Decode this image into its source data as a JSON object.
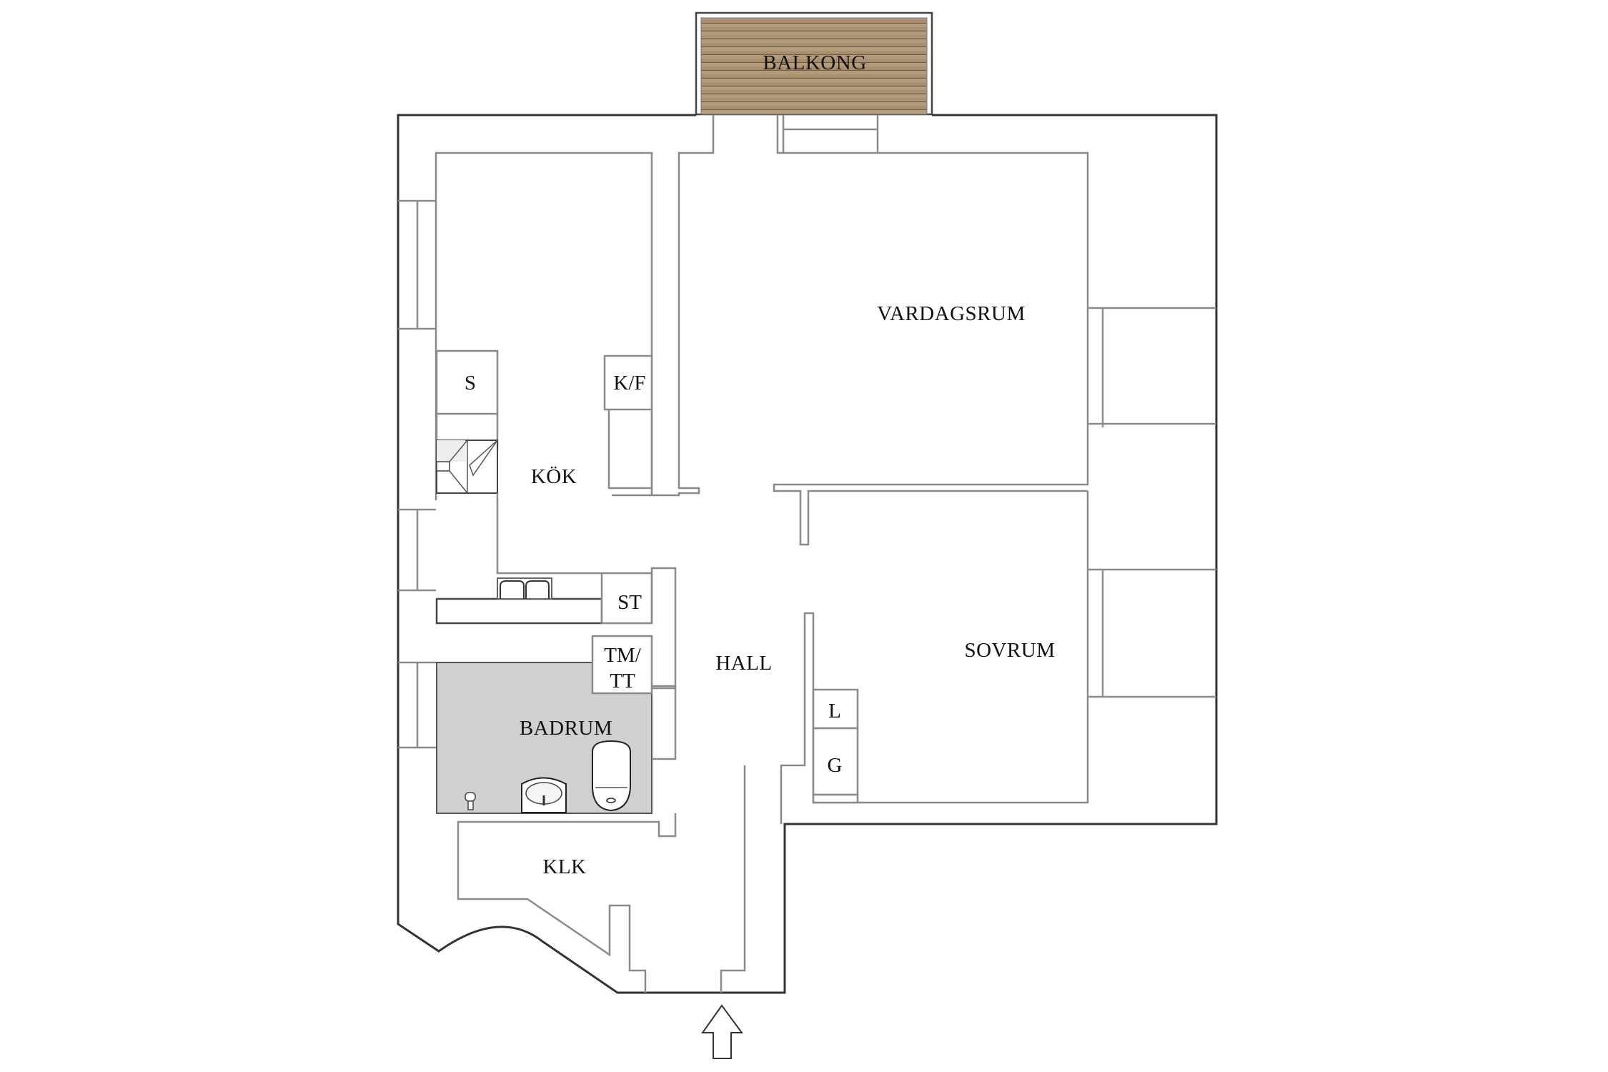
{
  "plan": {
    "colors": {
      "outer_wall": "#333333",
      "inner_wall": "#8a8a8a",
      "bathroom_floor": "#d0d0d0",
      "balcony_wood": "#a68f6e",
      "background": "#ffffff"
    },
    "rooms": {
      "balcony": "BALKONG",
      "living_room": "VARDAGSRUM",
      "kitchen": "KÖK",
      "bedroom": "SOVRUM",
      "hall": "HALL",
      "bathroom": "BADRUM",
      "closet": "KLK"
    },
    "fixtures": {
      "kitchen_cabinet": "S",
      "fridge_freezer": "K/F",
      "storage": "ST",
      "washer_dryer_line1": "TM/",
      "washer_dryer_line2": "TT",
      "linen_closet": "L",
      "wardrobe": "G"
    },
    "entrance_icon": "arrow-up-icon"
  }
}
